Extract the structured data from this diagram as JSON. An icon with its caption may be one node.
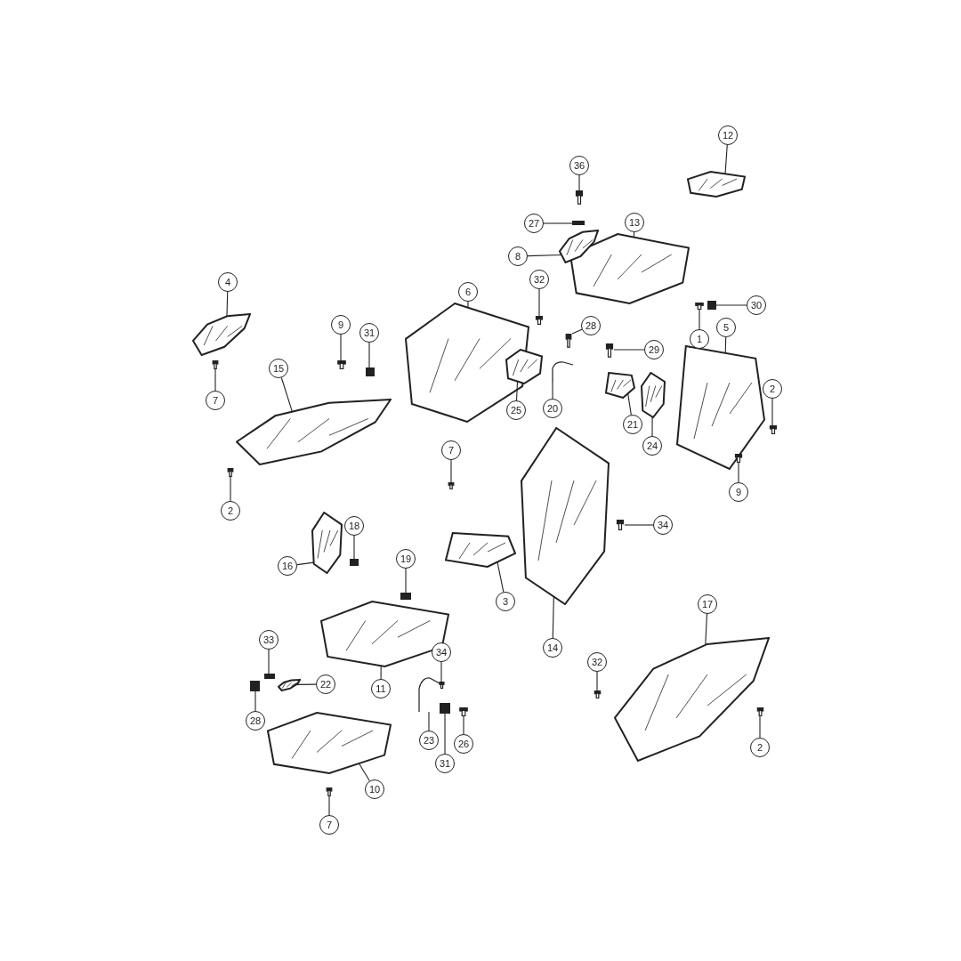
{
  "diagram": {
    "nodes": [
      {
        "text": [
          "12"
        ]
      },
      {
        "text": [],
        "shape": "picture"
      },
      {
        "text": [
          "36"
        ]
      },
      {
        "text": [],
        "shape": "picture"
      },
      {
        "text": [
          "27"
        ]
      },
      {
        "text": [],
        "shape": "box"
      },
      {
        "text": [
          "13"
        ]
      },
      {
        "text": [],
        "shape": "picture"
      },
      {
        "text": [
          "8"
        ]
      },
      {
        "text": [],
        "shape": "picture"
      },
      {
        "text": [
          "32"
        ]
      },
      {
        "text": [],
        "shape": "picture"
      },
      {
        "text": [
          "6"
        ]
      },
      {
        "text": [],
        "shape": "picture"
      },
      {
        "text": [
          "4"
        ]
      },
      {
        "text": [],
        "shape": "picture"
      },
      {
        "text": [
          "9"
        ]
      },
      {
        "text": [],
        "shape": "picture"
      },
      {
        "text": [
          "31"
        ]
      },
      {
        "text": [],
        "shape": "box"
      },
      {
        "text": [
          "30"
        ]
      },
      {
        "text": [],
        "shape": "box"
      },
      {
        "text": [
          "1"
        ]
      },
      {
        "text": [],
        "shape": "picture"
      },
      {
        "text": [
          "28"
        ]
      },
      {
        "text": [],
        "shape": "picture"
      },
      {
        "text": [
          "29"
        ]
      },
      {
        "text": [],
        "shape": "picture"
      },
      {
        "text": [
          "5"
        ]
      },
      {
        "text": [],
        "shape": "picture"
      },
      {
        "text": [
          "2"
        ]
      },
      {
        "text": [],
        "shape": "picture"
      },
      {
        "text": [
          "15"
        ]
      },
      {
        "text": [],
        "shape": "picture"
      },
      {
        "text": [
          "7"
        ]
      },
      {
        "text": [],
        "shape": "picture"
      },
      {
        "text": [
          "25"
        ]
      },
      {
        "text": [],
        "shape": "picture"
      },
      {
        "text": [
          "20"
        ]
      },
      {
        "text": [],
        "shape": "picture"
      },
      {
        "text": [
          "21"
        ]
      },
      {
        "text": [],
        "shape": "picture"
      },
      {
        "text": [
          "24"
        ]
      },
      {
        "text": [],
        "shape": "picture"
      },
      {
        "text": [
          "9"
        ]
      },
      {
        "text": [],
        "shape": "picture"
      },
      {
        "text": [
          "2"
        ]
      },
      {
        "text": [],
        "shape": "picture"
      },
      {
        "text": [
          "7"
        ]
      },
      {
        "text": [],
        "shape": "picture"
      },
      {
        "text": [
          "34"
        ]
      },
      {
        "text": [],
        "shape": "picture"
      },
      {
        "text": [
          "18"
        ]
      },
      {
        "text": [],
        "shape": "box"
      },
      {
        "text": [
          "16"
        ]
      },
      {
        "text": [],
        "shape": "picture"
      },
      {
        "text": [
          "19"
        ]
      },
      {
        "text": [],
        "shape": "box"
      },
      {
        "text": [
          "3"
        ]
      },
      {
        "text": [],
        "shape": "picture"
      },
      {
        "text": [
          "14"
        ]
      },
      {
        "text": [],
        "shape": "picture"
      },
      {
        "text": [
          "17"
        ]
      },
      {
        "text": [],
        "shape": "picture"
      },
      {
        "text": [
          "32"
        ]
      },
      {
        "text": [],
        "shape": "picture"
      },
      {
        "text": [
          "33"
        ]
      },
      {
        "text": [],
        "shape": "box"
      },
      {
        "text": [
          "22"
        ]
      },
      {
        "text": [],
        "shape": "picture"
      },
      {
        "text": [
          "28"
        ]
      },
      {
        "text": [],
        "shape": "box"
      },
      {
        "text": [
          "11"
        ]
      },
      {
        "text": [],
        "shape": "picture"
      },
      {
        "text": [
          "34"
        ]
      },
      {
        "text": [],
        "shape": "picture"
      },
      {
        "text": [
          "23"
        ]
      },
      {
        "text": [],
        "shape": "picture"
      },
      {
        "text": [
          "31"
        ]
      },
      {
        "text": [],
        "shape": "box"
      },
      {
        "text": [
          "26"
        ]
      },
      {
        "text": [],
        "shape": "picture"
      },
      {
        "text": [
          "2"
        ]
      },
      {
        "text": [],
        "shape": "picture"
      },
      {
        "text": [
          "10"
        ]
      },
      {
        "text": [],
        "shape": "picture"
      },
      {
        "text": [
          "7"
        ]
      },
      {
        "text": [],
        "shape": "picture"
      }
    ],
    "edges": [
      {
        "from": 0,
        "to": 1,
        "arrow": "none"
      },
      {
        "from": 2,
        "to": 3,
        "arrow": "none"
      },
      {
        "from": 4,
        "to": 5,
        "arrow": "none"
      },
      {
        "from": 6,
        "to": 7,
        "arrow": "none"
      },
      {
        "from": 8,
        "to": 9,
        "arrow": "none"
      },
      {
        "from": 10,
        "to": 11,
        "arrow": "none"
      },
      {
        "from": 12,
        "to": 13,
        "arrow": "none"
      },
      {
        "from": 14,
        "to": 15,
        "arrow": "none"
      },
      {
        "from": 16,
        "to": 17,
        "arrow": "none"
      },
      {
        "from": 18,
        "to": 19,
        "arrow": "none"
      },
      {
        "from": 20,
        "to": 21,
        "arrow": "none"
      },
      {
        "from": 22,
        "to": 23,
        "arrow": "none"
      },
      {
        "from": 24,
        "to": 25,
        "arrow": "none"
      },
      {
        "from": 26,
        "to": 27,
        "arrow": "none"
      },
      {
        "from": 28,
        "to": 29,
        "arrow": "none"
      },
      {
        "from": 30,
        "to": 31,
        "arrow": "none"
      },
      {
        "from": 32,
        "to": 33,
        "arrow": "none"
      },
      {
        "from": 34,
        "to": 35,
        "arrow": "none"
      },
      {
        "from": 36,
        "to": 37,
        "arrow": "none"
      },
      {
        "from": 38,
        "to": 39,
        "arrow": "none"
      },
      {
        "from": 40,
        "to": 41,
        "arrow": "none"
      },
      {
        "from": 42,
        "to": 43,
        "arrow": "none"
      },
      {
        "from": 44,
        "to": 45,
        "arrow": "none"
      },
      {
        "from": 46,
        "to": 47,
        "arrow": "none"
      },
      {
        "from": 48,
        "to": 49,
        "arrow": "none"
      },
      {
        "from": 50,
        "to": 51,
        "arrow": "none"
      },
      {
        "from": 52,
        "to": 53,
        "arrow": "none"
      },
      {
        "from": 54,
        "to": 55,
        "arrow": "none"
      },
      {
        "from": 56,
        "to": 57,
        "arrow": "none"
      },
      {
        "from": 58,
        "to": 59,
        "arrow": "none"
      },
      {
        "from": 60,
        "to": 61,
        "arrow": "none"
      },
      {
        "from": 62,
        "to": 63,
        "arrow": "none"
      },
      {
        "from": 64,
        "to": 65,
        "arrow": "none"
      },
      {
        "from": 66,
        "to": 67,
        "arrow": "none"
      },
      {
        "from": 68,
        "to": 69,
        "arrow": "none"
      },
      {
        "from": 70,
        "to": 71,
        "arrow": "none"
      },
      {
        "from": 72,
        "to": 73,
        "arrow": "none"
      },
      {
        "from": 74,
        "to": 75,
        "arrow": "none"
      },
      {
        "from": 76,
        "to": 77,
        "arrow": "none"
      },
      {
        "from": 78,
        "to": 79,
        "arrow": "none"
      },
      {
        "from": 80,
        "to": 81,
        "arrow": "none"
      },
      {
        "from": 82,
        "to": 83,
        "arrow": "none"
      },
      {
        "from": 84,
        "to": 85,
        "arrow": "none"
      },
      {
        "from": 86,
        "to": 87,
        "arrow": "none"
      }
    ]
  }
}
